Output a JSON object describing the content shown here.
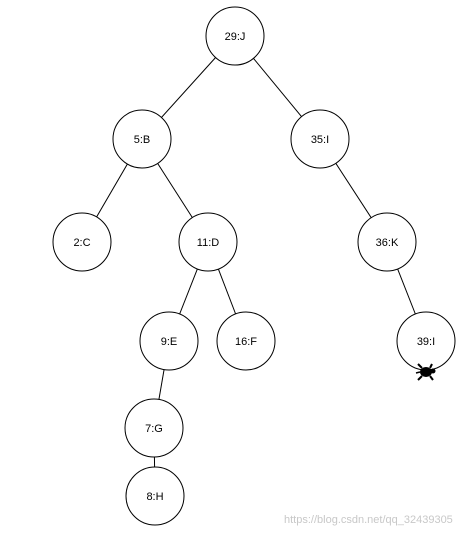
{
  "tree": {
    "nodes": [
      {
        "id": "J",
        "label": "29:J"
      },
      {
        "id": "B",
        "label": "5:B"
      },
      {
        "id": "I35",
        "label": "35:I"
      },
      {
        "id": "C",
        "label": "2:C"
      },
      {
        "id": "D",
        "label": "11:D"
      },
      {
        "id": "K",
        "label": "36:K"
      },
      {
        "id": "E",
        "label": "9:E"
      },
      {
        "id": "F",
        "label": "16:F"
      },
      {
        "id": "I39",
        "label": "39:I"
      },
      {
        "id": "G",
        "label": "7:G"
      },
      {
        "id": "H",
        "label": "8:H"
      }
    ],
    "edges": [
      [
        "J",
        "B"
      ],
      [
        "J",
        "I35"
      ],
      [
        "B",
        "C"
      ],
      [
        "B",
        "D"
      ],
      [
        "I35",
        "K"
      ],
      [
        "D",
        "E"
      ],
      [
        "D",
        "F"
      ],
      [
        "K",
        "I39"
      ],
      [
        "E",
        "G"
      ],
      [
        "G",
        "H"
      ]
    ]
  },
  "watermark": "https://blog.csdn.net/qq_32439305",
  "colors": {
    "stroke": "#000000",
    "node_fill": "#ffffff",
    "watermark": "#c8c8c8"
  },
  "icons": {
    "cursor": "turtle-icon"
  }
}
